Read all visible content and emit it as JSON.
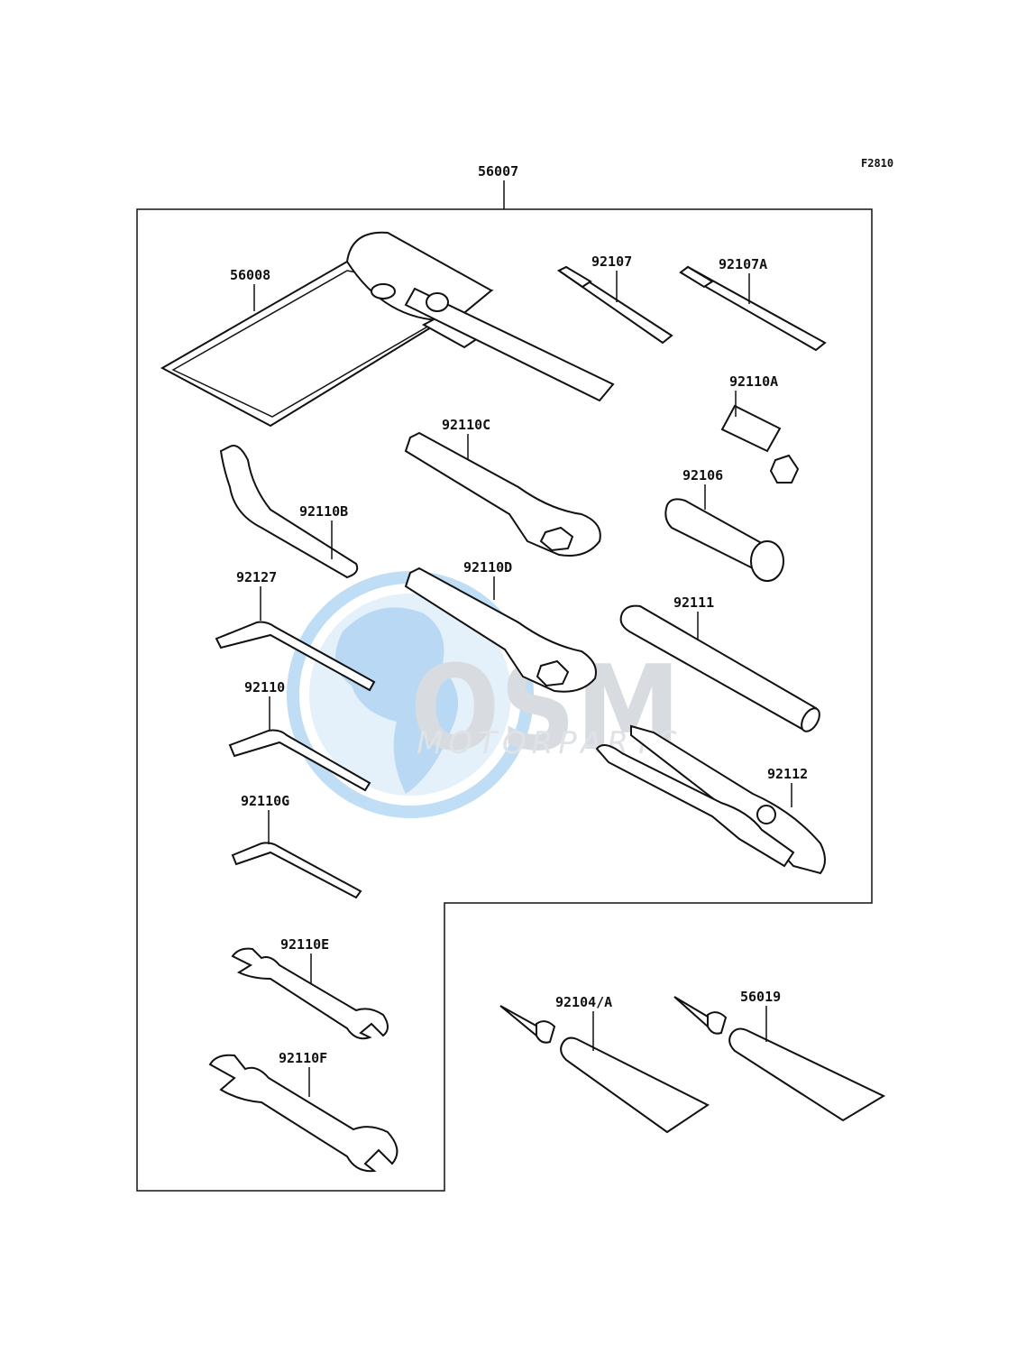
{
  "figure_code": "F2810",
  "assembly": "56007",
  "watermark": {
    "brand": "OSM",
    "sub": "MOTORPARTS",
    "globe_color": "#4a9fe0",
    "text_color": "#b9bfc6"
  },
  "parts": {
    "p56008": "56008",
    "p92107": "92107",
    "p92107A": "92107A",
    "p92110A": "92110A",
    "p92110C": "92110C",
    "p92106": "92106",
    "p92110B": "92110B",
    "p92127": "92127",
    "p92110D": "92110D",
    "p92111": "92111",
    "p92110": "92110",
    "p92112": "92112",
    "p92110G": "92110G",
    "p92110E": "92110E",
    "p92110F": "92110F",
    "p92104A": "92104/A",
    "p56019": "56019"
  }
}
